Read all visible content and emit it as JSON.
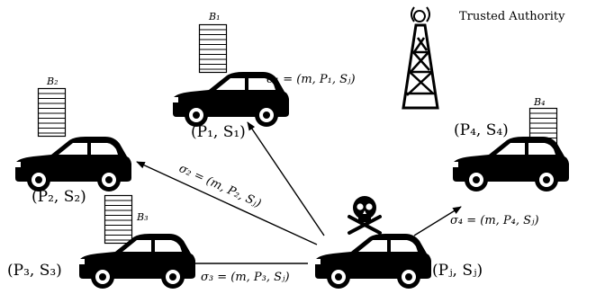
{
  "authority": {
    "label": "Trusted Authority"
  },
  "vehicles": [
    {
      "id": "v1",
      "block_label": "B₁",
      "node_label": "(P₁, S₁)",
      "signature": "σ₁ = (m, P₁, Sⱼ)"
    },
    {
      "id": "v2",
      "block_label": "B₂",
      "node_label": "(P₂, S₂)",
      "signature": "σ₂ = (m, P₂, Sⱼ)"
    },
    {
      "id": "v3",
      "block_label": "B₃",
      "node_label": "(P₃, S₃)",
      "signature": "σ₃ = (m, P₃, Sⱼ)"
    },
    {
      "id": "v4",
      "block_label": "B₄",
      "node_label": "(P₄, S₄)",
      "signature": "σ₄ = (m, P₄, Sⱼ)"
    }
  ],
  "attacker": {
    "node_label": "(Pⱼ, Sⱼ)",
    "icon": "skull-crossbones-icon"
  },
  "colors": {
    "ink": "#000000",
    "background": "#ffffff"
  }
}
